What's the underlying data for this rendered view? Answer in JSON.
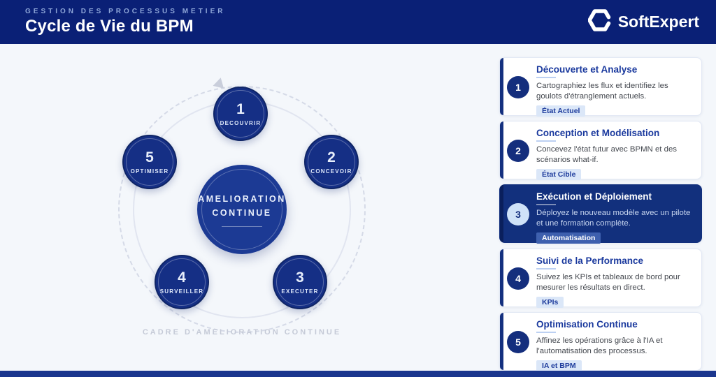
{
  "header": {
    "eyebrow": "GESTION DES PROCESSUS METIER",
    "title": "Cycle de Vie du BPM",
    "brand": "SoftExpert"
  },
  "icons": {
    "brand_icon": "hexagon-c-icon",
    "flow_arrow": "arrowhead-up-icon"
  },
  "diagram": {
    "center": {
      "line1": "AMELIORATION",
      "line2": "CONTINUE"
    },
    "caption": "CADRE D'AMELIORATION CONTINUE",
    "nodes": [
      {
        "number": "1",
        "label": "DECOUVRIR"
      },
      {
        "number": "2",
        "label": "CONCEVOIR"
      },
      {
        "number": "3",
        "label": "EXECUTER"
      },
      {
        "number": "4",
        "label": "SURVEILLER"
      },
      {
        "number": "5",
        "label": "OPTIMISER"
      }
    ]
  },
  "steps": [
    {
      "number": "1",
      "title": "Découverte et Analyse",
      "description": "Cartographiez les flux et identifiez les goulots d'étranglement actuels.",
      "badge": "État Actuel",
      "active": false
    },
    {
      "number": "2",
      "title": "Conception et Modélisation",
      "description": "Concevez l'état futur avec BPMN et des scénarios what-if.",
      "badge": "État Cible",
      "active": false
    },
    {
      "number": "3",
      "title": "Exécution et Déploiement",
      "description": "Déployez le nouveau modèle avec un pilote et une formation complète.",
      "badge": "Automatisation",
      "active": true
    },
    {
      "number": "4",
      "title": "Suivi de la Performance",
      "description": "Suivez les KPIs et tableaux de bord pour mesurer les résultats en direct.",
      "badge": "KPIs",
      "active": false
    },
    {
      "number": "5",
      "title": "Optimisation Continue",
      "description": "Affinez les opérations grâce à l'IA et l'automatisation des processus.",
      "badge": "IA et BPM",
      "active": false
    }
  ],
  "colors": {
    "header_bg": "#0a2076",
    "page_bg": "#f4f7fb",
    "node_fill": "#152f85",
    "hub_fill": "#1c3a94",
    "accent": "#14307f",
    "active_card_bg": "#12307d",
    "badge_bg": "#dbe7f8",
    "badge_text": "#1d3b9c",
    "footer_bar": "#1b368e"
  }
}
